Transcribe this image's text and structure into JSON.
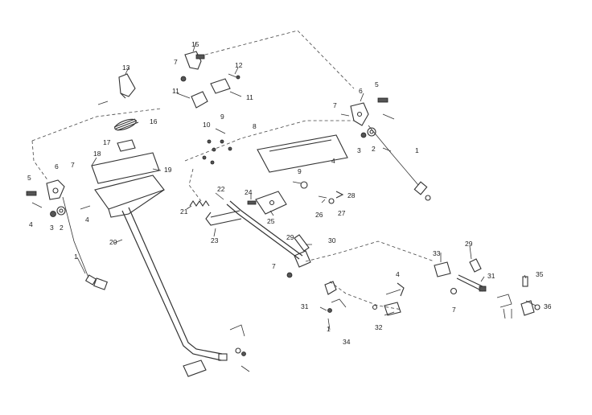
{
  "labels": {
    "l1a": "1",
    "l1b": "1",
    "l1c": "1",
    "l2a": "2",
    "l2b": "2",
    "l3a": "3",
    "l3b": "3",
    "l4a": "4",
    "l4b": "4",
    "l4c": "4",
    "l4d": "4",
    "l5a": "5",
    "l5b": "5",
    "l6a": "6",
    "l6b": "6",
    "l7a": "7",
    "l7b": "7",
    "l7c": "7",
    "l7d": "7",
    "l7e": "7",
    "l8": "8",
    "l9a": "9",
    "l9b": "9",
    "l10": "10",
    "l11a": "11",
    "l11b": "11",
    "l12": "12",
    "l13": "13",
    "l15": "15",
    "l16": "16",
    "l17": "17",
    "l18": "18",
    "l19": "19",
    "l20": "20",
    "l21": "21",
    "l22": "22",
    "l23": "23",
    "l24": "24",
    "l25": "25",
    "l26": "26",
    "l27": "27",
    "l28": "28",
    "l29a": "29",
    "l29b": "29",
    "l30": "30",
    "l31a": "31",
    "l31b": "31",
    "l32": "32",
    "l33": "33",
    "l34": "34",
    "l35": "35",
    "l36": "36"
  }
}
